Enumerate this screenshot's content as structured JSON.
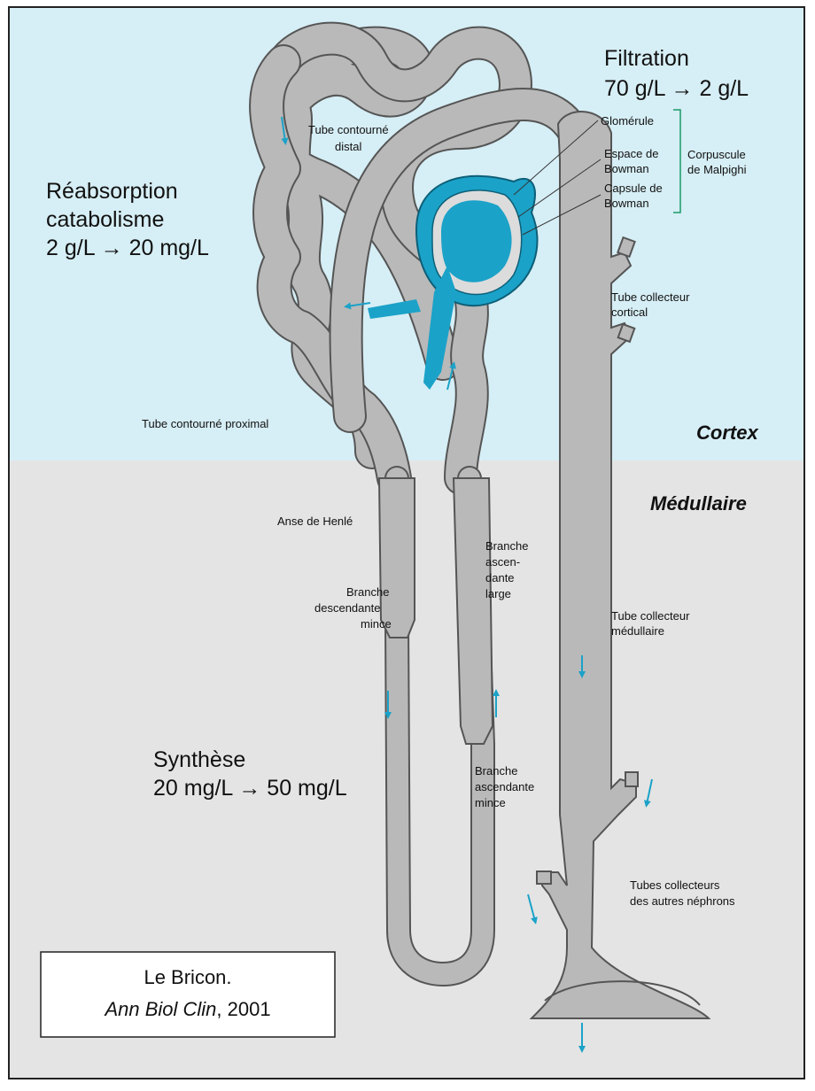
{
  "colors": {
    "cortex": "#d6eef5",
    "medullaire": "#e4e4e4",
    "tubule": "#b9b9b9",
    "outline": "#555555",
    "accent": "#1ba2c8",
    "border": "#222222"
  },
  "sections": {
    "filtration": {
      "title": "Filtration",
      "value": "70 g/L → 2 g/L"
    },
    "reabsorption": {
      "line1": "Réabsorption",
      "line2": "catabolisme",
      "value": "2 g/L → 20 mg/L"
    },
    "synthese": {
      "title": "Synthèse",
      "value": "20 mg/L → 50 mg/L"
    }
  },
  "zones": {
    "cortex": "Cortex",
    "medullaire": "Médullaire"
  },
  "labels": {
    "tube_distal": [
      "Tube contourné",
      "distal"
    ],
    "glomerule": "Glomérule",
    "espace_bowman": [
      "Espace de",
      "Bowman"
    ],
    "capsule_bowman": [
      "Capsule de",
      "Bowman"
    ],
    "corpuscule": [
      "Corpuscule",
      "de Malpighi"
    ],
    "tube_collecteur_cortical": [
      "Tube collecteur",
      "cortical"
    ],
    "tube_proximal": "Tube contourné proximal",
    "anse_henle": "Anse de Henlé",
    "branche_desc_mince": [
      "Branche",
      "descendante",
      "mince"
    ],
    "branche_asc_large": [
      "Branche",
      "ascen-",
      "dante",
      "large"
    ],
    "tube_collecteur_medullaire": [
      "Tube collecteur",
      "médullaire"
    ],
    "branche_asc_mince": [
      "Branche",
      "ascendante",
      "mince"
    ],
    "tubes_autres": [
      "Tubes collecteurs",
      "des autres néphrons"
    ]
  },
  "citation": {
    "author": "Le Bricon.",
    "journal": "Ann Biol Clin",
    "year": ", 2001"
  }
}
